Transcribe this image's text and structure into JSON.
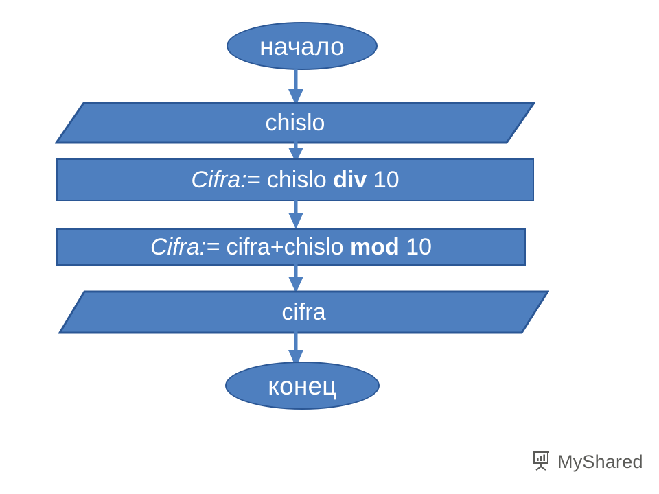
{
  "diagram": {
    "title": "Flowchart: sum of digits of a two-digit number",
    "fill_color": "#4E7FBF",
    "border_color": "#2B5795",
    "text_color": "#FFFFFF",
    "arrow_color": "#4E7FBF",
    "background_color": "#FFFFFF",
    "nodes": [
      {
        "id": "start",
        "shape": "ellipse",
        "kind": "terminator",
        "label": "начало"
      },
      {
        "id": "input-chislo",
        "shape": "parallelogram",
        "kind": "input",
        "label": "chislo"
      },
      {
        "id": "assign-div",
        "shape": "rectangle",
        "kind": "process",
        "label": "Cifra:= chislo div 10",
        "runs": [
          {
            "text": "Cifra:=",
            "style": "italic"
          },
          {
            "text": " chislo ",
            "style": "regular"
          },
          {
            "text": "div",
            "style": "bold"
          },
          {
            "text": " 10",
            "style": "regular"
          }
        ]
      },
      {
        "id": "assign-mod",
        "shape": "rectangle",
        "kind": "process",
        "label": "Cifra:= cifra+chislo mod 10",
        "runs": [
          {
            "text": "Cifra:=",
            "style": "italic"
          },
          {
            "text": " cifra+chislo ",
            "style": "regular"
          },
          {
            "text": "mod",
            "style": "bold"
          },
          {
            "text": " 10",
            "style": "regular"
          }
        ]
      },
      {
        "id": "output-cifra",
        "shape": "parallelogram",
        "kind": "output",
        "label": "cifra"
      },
      {
        "id": "end",
        "shape": "ellipse",
        "kind": "terminator",
        "label": "конец"
      }
    ],
    "connectors": [
      {
        "from": "start",
        "to": "input-chislo",
        "direction": "down"
      },
      {
        "from": "input-chislo",
        "to": "assign-div",
        "direction": "down"
      },
      {
        "from": "assign-div",
        "to": "assign-mod",
        "direction": "down"
      },
      {
        "from": "assign-mod",
        "to": "output-cifra",
        "direction": "down"
      },
      {
        "from": "output-cifra",
        "to": "end",
        "direction": "down"
      }
    ]
  },
  "watermark": {
    "text": "MyShared",
    "icon": "presentation-board-icon",
    "color": "#5B5B58"
  }
}
